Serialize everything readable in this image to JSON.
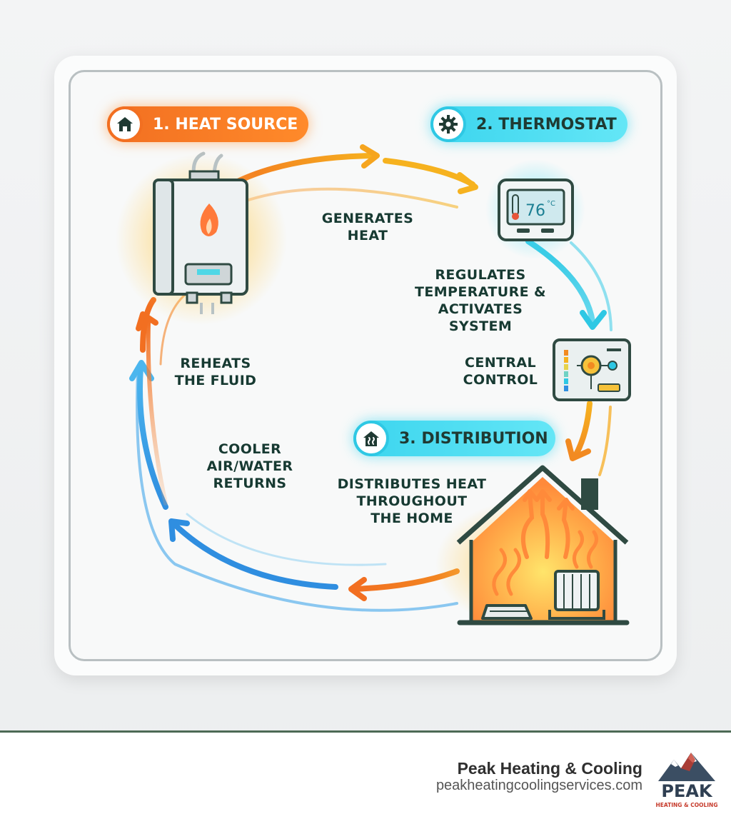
{
  "steps": [
    {
      "label": "1. HEAT SOURCE",
      "icon": "house-icon",
      "color": "#f26f21"
    },
    {
      "label": "2. THERMOSTAT",
      "icon": "gear-icon",
      "color": "#3bd5ee"
    },
    {
      "label": "3. DISTRIBUTION",
      "icon": "house-heat-icon",
      "color": "#3bd5ee"
    }
  ],
  "annotations": {
    "generates": "GENERATES\nHEAT",
    "regulates": "REGULATES\nTEMPERATURE &\nACTIVATES SYSTEM",
    "central": "CENTRAL\nCONTROL",
    "distributes": "DISTRIBUTES HEAT\nTHROUGHOUT\nTHE HOME",
    "cooler": "COOLER\nAIR/WATER\nRETURNS",
    "reheats": "REHEATS\nTHE FLUID"
  },
  "thermostat_display": "76",
  "thermostat_unit": "°C",
  "colors": {
    "hot": "#f26f21",
    "warm": "#f6b21f",
    "cool": "#2ec8e4",
    "cold": "#2f8ee0",
    "ink": "#1f3a33"
  },
  "footer": {
    "company": "Peak Heating & Cooling",
    "website": "peakheatingcoolingservices.com",
    "logo_text": "PEAK",
    "logo_subtext": "HEATING & COOLING"
  }
}
